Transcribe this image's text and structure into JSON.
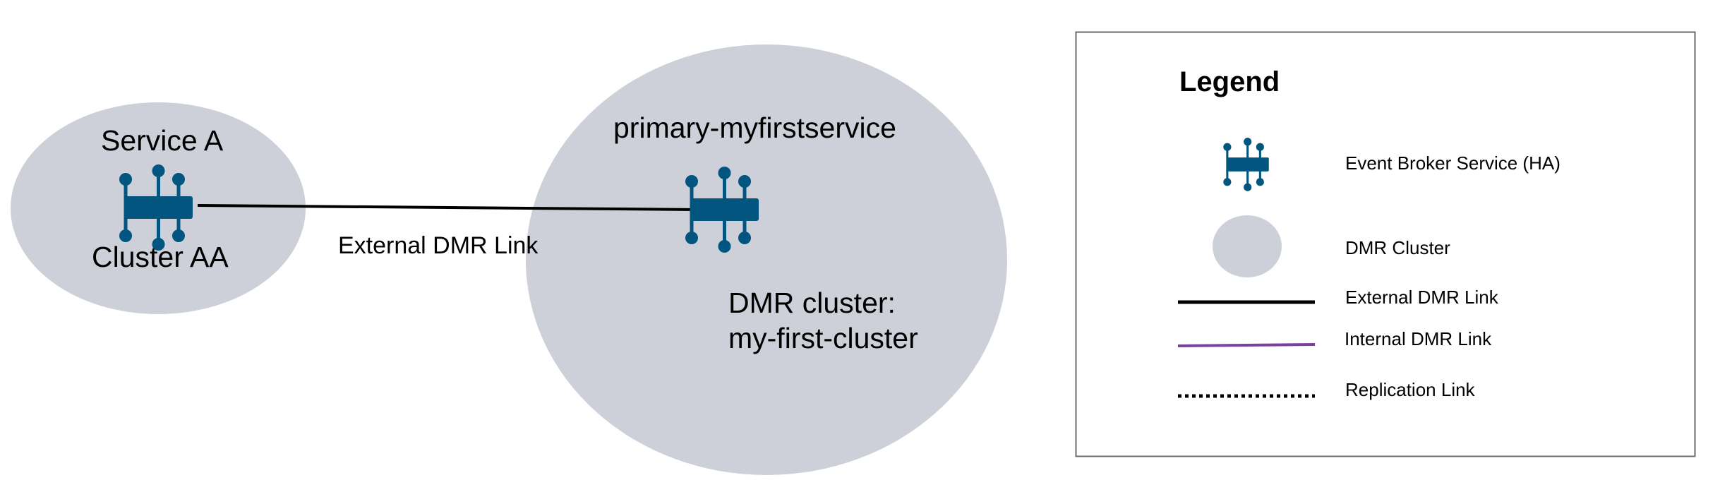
{
  "diagram": {
    "clusters": [
      {
        "service_label": "Service A",
        "cluster_label": "Cluster AA"
      },
      {
        "service_label": "primary-myfirstservice",
        "cluster_label": "DMR cluster:\nmy-first-cluster"
      }
    ],
    "links": [
      {
        "type": "external",
        "label": "External DMR Link"
      }
    ]
  },
  "legend": {
    "title": "Legend",
    "items": [
      {
        "symbol": "event-broker-icon",
        "label": "Event Broker Service (HA)"
      },
      {
        "symbol": "cluster-ellipse",
        "label": "DMR Cluster"
      },
      {
        "symbol": "solid-line",
        "label": "External DMR Link"
      },
      {
        "symbol": "purple-line",
        "label": "Internal DMR Link"
      },
      {
        "symbol": "dotted-line",
        "label": "Replication Link"
      }
    ]
  },
  "colors": {
    "cluster_fill": "#cdd0d8",
    "broker_icon": "#01557e",
    "external_link": "#000000",
    "internal_link": "#7b3fa0",
    "replication_link": "#000000",
    "legend_border": "#6b6b6b"
  }
}
